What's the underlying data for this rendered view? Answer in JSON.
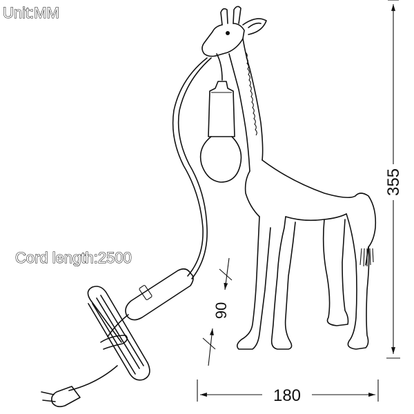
{
  "unit_label": "Unit:MM",
  "cord_label": "Cord length:2500",
  "dimensions": {
    "height": "355",
    "width": "180",
    "base": "90"
  }
}
